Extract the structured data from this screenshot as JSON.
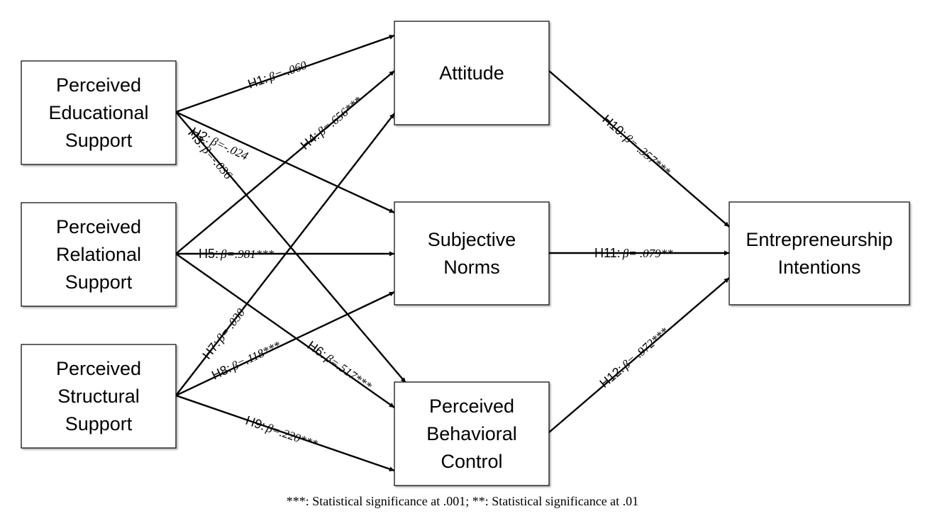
{
  "nodes": {
    "educational": [
      "Perceived",
      "Educational",
      "Support"
    ],
    "relational": [
      "Perceived",
      "Relational",
      "Support"
    ],
    "structural": [
      "Perceived",
      "Structural",
      "Support"
    ],
    "attitude": [
      "Attitude"
    ],
    "norms": [
      "Subjective",
      "Norms"
    ],
    "pbc": [
      "Perceived",
      "Behavioral",
      "Control"
    ],
    "intentions": [
      "Entrepreneurship",
      "Intentions"
    ]
  },
  "edges": [
    {
      "id": "h1",
      "from": "educational",
      "to": "attitude",
      "hyp": "H1:",
      "beta": "β=-.060"
    },
    {
      "id": "h2",
      "from": "educational",
      "to": "norms",
      "hyp": "H2:",
      "beta": "β=-.024"
    },
    {
      "id": "h3",
      "from": "educational",
      "to": "pbc",
      "hyp": "H3:",
      "beta": "β=-.036"
    },
    {
      "id": "h4",
      "from": "relational",
      "to": "attitude",
      "hyp": "H4:",
      "beta": "β=.656***"
    },
    {
      "id": "h5",
      "from": "relational",
      "to": "norms",
      "hyp": "H5:",
      "beta": "β=.981***"
    },
    {
      "id": "h6",
      "from": "relational",
      "to": "pbc",
      "hyp": "H6:",
      "beta": "β=.517***"
    },
    {
      "id": "h7",
      "from": "structural",
      "to": "attitude",
      "hyp": "H7:",
      "beta": "β= .030"
    },
    {
      "id": "h8",
      "from": "structural",
      "to": "norms",
      "hyp": "H8:",
      "beta": "β=.118***"
    },
    {
      "id": "h9",
      "from": "structural",
      "to": "pbc",
      "hyp": "H9:",
      "beta": "β=.220***"
    },
    {
      "id": "h10",
      "from": "attitude",
      "to": "intentions",
      "hyp": "H10:",
      "beta": "β= .357***"
    },
    {
      "id": "h11",
      "from": "norms",
      "to": "intentions",
      "hyp": "H11:",
      "beta": "β= .079**"
    },
    {
      "id": "h12",
      "from": "pbc",
      "to": "intentions",
      "hyp": "H12:",
      "beta": "β= .972***"
    }
  ],
  "footnote": "***: Statistical significance at .001; **: Statistical significance at .01"
}
